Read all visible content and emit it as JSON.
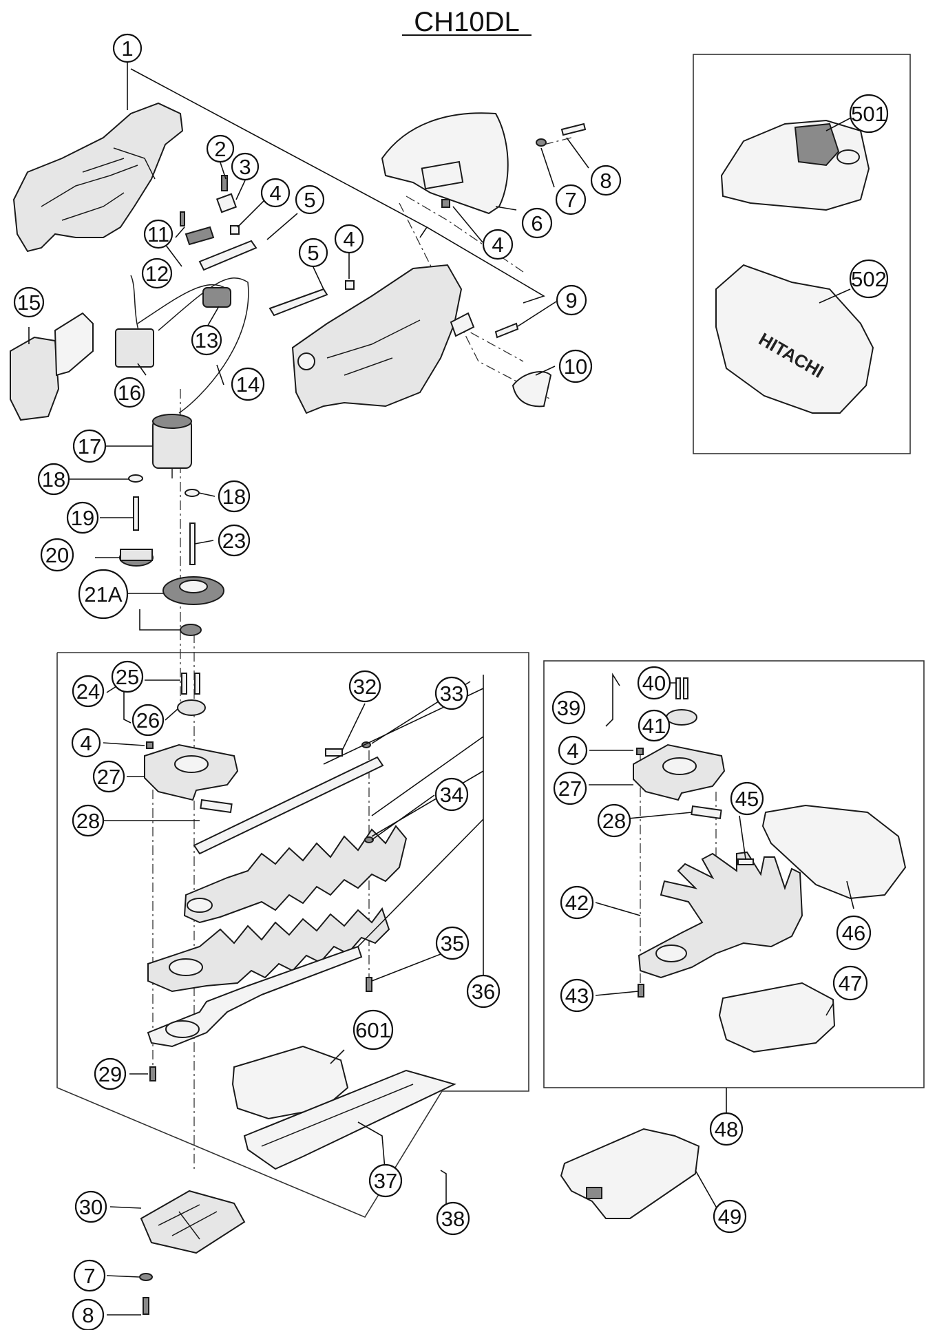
{
  "title": "CH10DL",
  "brand_marking": "HITACHI",
  "callouts": [
    {
      "id": "1",
      "label": "1"
    },
    {
      "id": "2",
      "label": "2"
    },
    {
      "id": "3",
      "label": "3"
    },
    {
      "id": "4a",
      "label": "4"
    },
    {
      "id": "5a",
      "label": "5"
    },
    {
      "id": "4b",
      "label": "4"
    },
    {
      "id": "5b",
      "label": "5"
    },
    {
      "id": "6",
      "label": "6"
    },
    {
      "id": "7a",
      "label": "7"
    },
    {
      "id": "8a",
      "label": "8"
    },
    {
      "id": "4c",
      "label": "4"
    },
    {
      "id": "9",
      "label": "9"
    },
    {
      "id": "10",
      "label": "10"
    },
    {
      "id": "11",
      "label": "11"
    },
    {
      "id": "12",
      "label": "12"
    },
    {
      "id": "13",
      "label": "13"
    },
    {
      "id": "14",
      "label": "14"
    },
    {
      "id": "15",
      "label": "15"
    },
    {
      "id": "16",
      "label": "16"
    },
    {
      "id": "17",
      "label": "17"
    },
    {
      "id": "18a",
      "label": "18"
    },
    {
      "id": "18b",
      "label": "18"
    },
    {
      "id": "19",
      "label": "19"
    },
    {
      "id": "20",
      "label": "20"
    },
    {
      "id": "21A",
      "label": "21A"
    },
    {
      "id": "23",
      "label": "23"
    },
    {
      "id": "24",
      "label": "24"
    },
    {
      "id": "25",
      "label": "25"
    },
    {
      "id": "26",
      "label": "26"
    },
    {
      "id": "4d",
      "label": "4"
    },
    {
      "id": "27a",
      "label": "27"
    },
    {
      "id": "28a",
      "label": "28"
    },
    {
      "id": "29",
      "label": "29"
    },
    {
      "id": "30",
      "label": "30"
    },
    {
      "id": "7b",
      "label": "7"
    },
    {
      "id": "8b",
      "label": "8"
    },
    {
      "id": "32",
      "label": "32"
    },
    {
      "id": "33",
      "label": "33"
    },
    {
      "id": "34",
      "label": "34"
    },
    {
      "id": "35",
      "label": "35"
    },
    {
      "id": "36",
      "label": "36"
    },
    {
      "id": "601",
      "label": "601"
    },
    {
      "id": "37",
      "label": "37"
    },
    {
      "id": "38",
      "label": "38"
    },
    {
      "id": "39",
      "label": "39"
    },
    {
      "id": "40",
      "label": "40"
    },
    {
      "id": "41",
      "label": "41"
    },
    {
      "id": "4e",
      "label": "4"
    },
    {
      "id": "27b",
      "label": "27"
    },
    {
      "id": "28b",
      "label": "28"
    },
    {
      "id": "45",
      "label": "45"
    },
    {
      "id": "42",
      "label": "42"
    },
    {
      "id": "46",
      "label": "46"
    },
    {
      "id": "43",
      "label": "43"
    },
    {
      "id": "47",
      "label": "47"
    },
    {
      "id": "48",
      "label": "48"
    },
    {
      "id": "49",
      "label": "49"
    },
    {
      "id": "501",
      "label": "501"
    },
    {
      "id": "502",
      "label": "502"
    }
  ]
}
